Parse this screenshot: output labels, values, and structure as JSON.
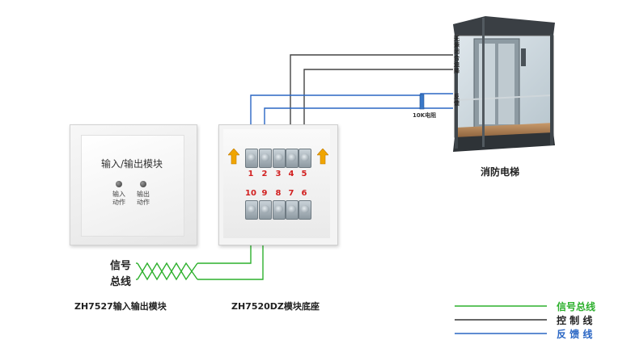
{
  "module": {
    "title": "输入/输出模块",
    "led_input_label": "输入\n动作",
    "led_output_label": "输出\n动作",
    "caption": "ZH7527输入输出模块"
  },
  "base": {
    "caption": "ZH7520DZ模块底座",
    "top_terminals": [
      "1",
      "2",
      "3",
      "4",
      "5"
    ],
    "bottom_terminals": [
      "10",
      "9",
      "8",
      "7",
      "6"
    ]
  },
  "elevator": {
    "caption": "消防电梯",
    "vertical_label_1": "无源闭合迫降",
    "vertical_label_2": "反馈"
  },
  "resistor_label": "10K电阻",
  "bus_labels": {
    "signal": "信号",
    "bus": "总线"
  },
  "legend": [
    {
      "label": "信号总线",
      "color": "#2db02d"
    },
    {
      "label": "控 制 线",
      "color": "#222222"
    },
    {
      "label": "反 馈 线",
      "color": "#2a66c4"
    }
  ],
  "colors": {
    "signal_bus": "#2db02d",
    "control_line": "#333333",
    "feedback_line": "#2a66c4",
    "terminal_number": "#d22020",
    "arrow": "#f0a500"
  }
}
